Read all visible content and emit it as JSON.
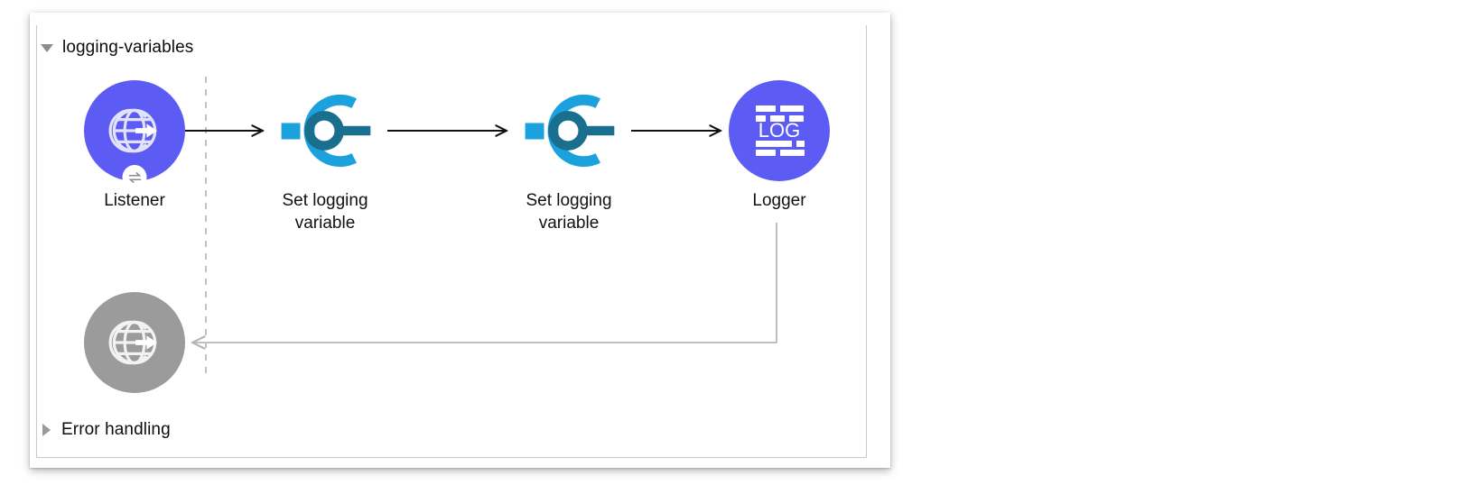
{
  "canvas": {
    "background": "#ffffff",
    "accent_color": "#1789e0",
    "border_color": "#c8c8c8"
  },
  "flow": {
    "name": "logging-variables",
    "expanded": true,
    "toggle_icon": "triangle-down-icon",
    "error_handling": {
      "label": "Error handling",
      "expanded": false,
      "toggle_icon": "triangle-right-icon"
    }
  },
  "nodes": [
    {
      "id": "listener",
      "label": "Listener",
      "icon": "globe-arrow-icon",
      "badge_icon": "exchange-arrows-icon",
      "color": "#5c5cf5",
      "role": "source"
    },
    {
      "id": "set-logging-variable-1",
      "label": "Set logging\nvariable",
      "icon": "set-variable-icon",
      "color": "#1ba1dc",
      "accent_color": "#1a6e8e",
      "role": "processor"
    },
    {
      "id": "set-logging-variable-2",
      "label": "Set logging\nvariable",
      "icon": "set-variable-icon",
      "color": "#1ba1dc",
      "accent_color": "#1a6e8e",
      "role": "processor"
    },
    {
      "id": "logger",
      "label": "Logger",
      "icon": "log-icon",
      "icon_text": "LOG",
      "color": "#5c5cf5",
      "role": "processor"
    },
    {
      "id": "listener-response",
      "label": "",
      "icon": "globe-arrow-icon",
      "color": "#9b9b9b",
      "role": "source-response"
    }
  ],
  "connectors": [
    {
      "id": "listener-to-var1",
      "from": "listener",
      "to": "set-logging-variable-1",
      "style": "solid-arrow"
    },
    {
      "id": "var1-to-var2",
      "from": "set-logging-variable-1",
      "to": "set-logging-variable-2",
      "style": "solid-arrow"
    },
    {
      "id": "var2-to-logger",
      "from": "set-logging-variable-2",
      "to": "logger",
      "style": "solid-arrow"
    },
    {
      "id": "logger-to-response",
      "from": "logger",
      "to": "listener-response",
      "style": "return-path"
    },
    {
      "id": "source-divider",
      "style": "dashed-vertical"
    }
  ]
}
